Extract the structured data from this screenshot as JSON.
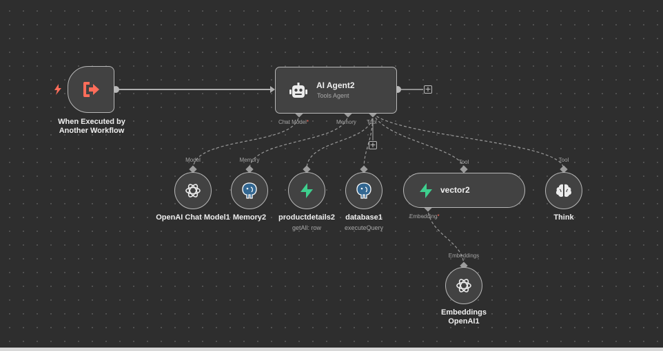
{
  "nodes": {
    "trigger": {
      "label_line1": "When Executed by",
      "label_line2": "Another Workflow",
      "icon": "sign-in-arrow-icon"
    },
    "agent": {
      "title": "AI Agent2",
      "subtitle": "Tools Agent",
      "icon": "robot-icon"
    },
    "openai_chat": {
      "label": "OpenAI Chat Model1",
      "icon": "openai-icon"
    },
    "memory": {
      "label": "Memory2",
      "icon": "postgres-elephant-icon"
    },
    "productdetails": {
      "label": "productdetails2",
      "sub": "getAll: row",
      "icon": "supabase-bolt-icon"
    },
    "database": {
      "label": "database1",
      "sub": "executeQuery",
      "icon": "postgres-elephant-icon"
    },
    "vector": {
      "label": "vector2",
      "icon": "supabase-bolt-icon"
    },
    "think": {
      "label": "Think",
      "icon": "brain-icon"
    },
    "embeddings": {
      "label_line1": "Embeddings",
      "label_line2": "OpenAI1",
      "icon": "openai-icon"
    }
  },
  "ports": {
    "chat_model": "Chat Model",
    "required_mark": "*",
    "memory": "Memory",
    "tool": "Tool",
    "model": "Model",
    "memory_in": "Memory",
    "tool_in_vector": "Tool",
    "tool_in_think": "Tool",
    "embedding": "Embedding",
    "embeddings_in": "Embeddings"
  },
  "buttons": {
    "add": "+"
  },
  "colors": {
    "canvas": "#2e2e2e",
    "node_fill": "#424242",
    "node_border": "#b9b9b9",
    "trigger_accent": "#ff6d5a",
    "supabase_green": "#3ecf8e",
    "postgres_blue": "#336791"
  }
}
